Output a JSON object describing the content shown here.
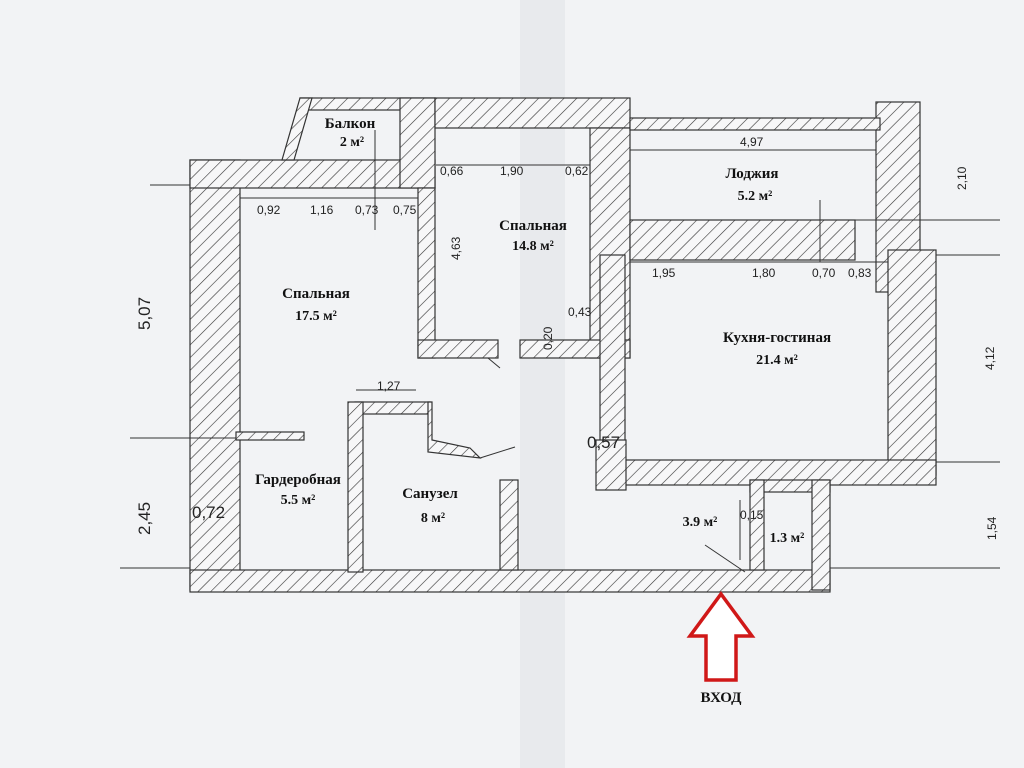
{
  "rooms": {
    "balcony": {
      "name": "Балкон",
      "area": "2 м²"
    },
    "bedroom_left": {
      "name": "Спальная",
      "area": "17.5 м²"
    },
    "bedroom_middle": {
      "name": "Спальная",
      "area": "14.8 м²"
    },
    "loggia": {
      "name": "Лоджия",
      "area": "5.2 м²"
    },
    "kitchen_living": {
      "name": "Кухня-гостиная",
      "area": "21.4 м²"
    },
    "wardrobe": {
      "name": "Гардеробная",
      "area": "5.5 м²"
    },
    "bathroom": {
      "name": "Санузел",
      "area": "8 м²"
    },
    "hall": {
      "area": "3.9 м²"
    },
    "storage": {
      "area": "1.3 м²"
    }
  },
  "dimensions": {
    "d092": "0,92",
    "d116": "1,16",
    "d073": "0,73",
    "d075": "0,75",
    "d066": "0,66",
    "d190": "1,90",
    "d062": "0,62",
    "d463": "4,63",
    "d043": "0,43",
    "d020": "0,20",
    "d497": "4,97",
    "d210": "2,10",
    "d195": "1,95",
    "d180": "1,80",
    "d070": "0,70",
    "d083": "0,83",
    "d412": "4,12",
    "d507": "5,07",
    "d245": "2,45",
    "d072": "0,72",
    "d127": "1,27",
    "d057": "0,57",
    "d015": "0,15",
    "d154": "1,54"
  },
  "entry": {
    "label": "ВХОД",
    "arrow_color": "#d01818"
  },
  "colors": {
    "wall_hatch": "#333333",
    "paper": "#f2f3f5"
  }
}
